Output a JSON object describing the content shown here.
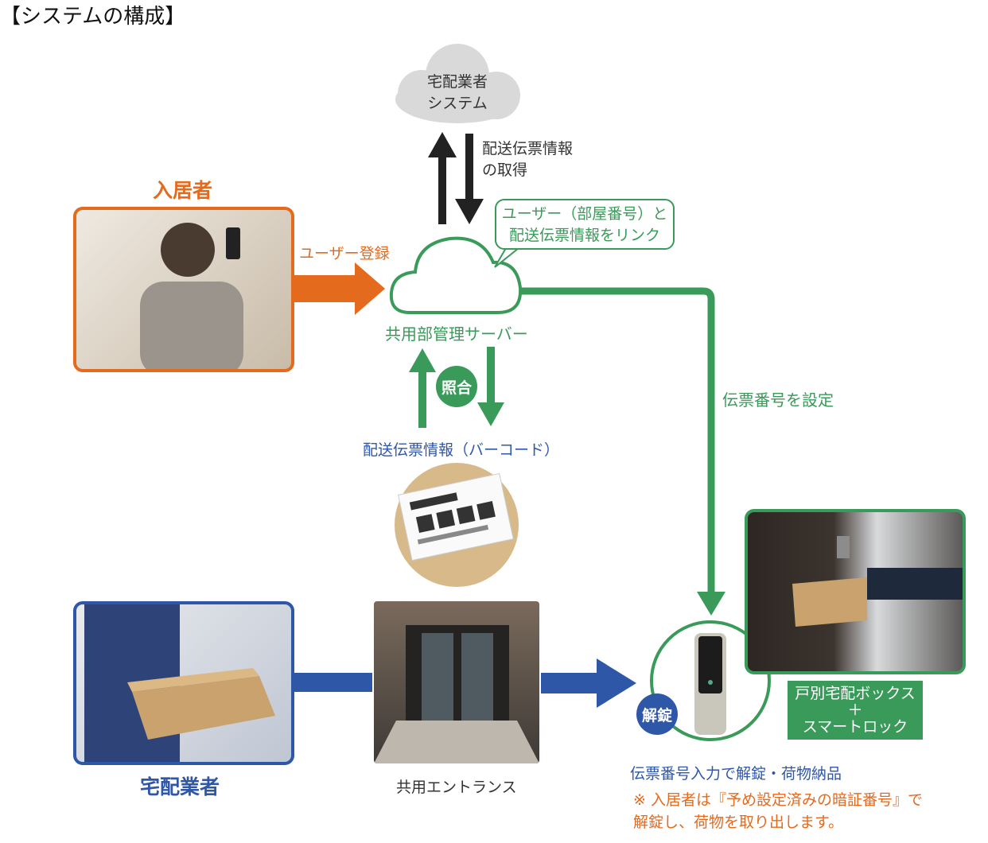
{
  "title": "【システムの構成】",
  "nodes": {
    "delivery_system": "宅配業者\nシステム",
    "server": "共用部管理サーバー",
    "resident": "入居者",
    "courier": "宅配業者",
    "entrance": "共用エントランス",
    "smartlock_box": "戸別宅配ボックス\n＋\nスマートロック"
  },
  "labels": {
    "get_slip": "配送伝票情報\nの取得",
    "user_link": "ユーザー（部屋番号）と\n配送伝票情報をリンク",
    "user_register": "ユーザー登録",
    "set_number": "伝票番号を設定",
    "verify": "照合",
    "slip_barcode": "配送伝票情報（バーコード）",
    "unlock": "解錠",
    "unlock_delivery": "伝票番号入力で解錠・荷物納品",
    "note": "※ 入居者は『予め設定済みの暗証番号』で\n解錠し、荷物を取り出します。"
  },
  "colors": {
    "green": "#3a9a5a",
    "orange": "#e46a1e",
    "blue": "#2f57a8",
    "cloud_gray": "#d9d9d9",
    "dark_arrow": "#222222"
  }
}
